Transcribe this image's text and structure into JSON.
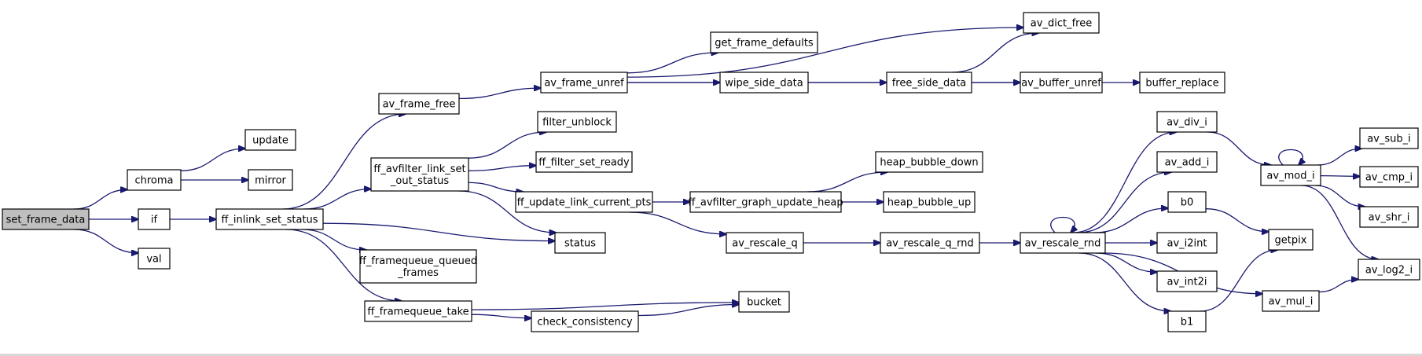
{
  "diagram": {
    "type": "call-graph",
    "root": "set_frame_data",
    "colors": {
      "edge": "#191970",
      "node_fill": "#ffffff",
      "root_fill": "#bfbfbf",
      "node_border": "#000000"
    },
    "nodes": [
      {
        "id": "set_frame_data",
        "lines": [
          "set_frame_data"
        ],
        "root": true
      },
      {
        "id": "chroma",
        "lines": [
          "chroma"
        ]
      },
      {
        "id": "if",
        "lines": [
          "if"
        ]
      },
      {
        "id": "val",
        "lines": [
          "val"
        ]
      },
      {
        "id": "update",
        "lines": [
          "update"
        ]
      },
      {
        "id": "mirror",
        "lines": [
          "mirror"
        ]
      },
      {
        "id": "ff_inlink_set_status",
        "lines": [
          "ff_inlink_set_status"
        ]
      },
      {
        "id": "av_frame_free",
        "lines": [
          "av_frame_free"
        ]
      },
      {
        "id": "ff_avfilter_link_set_out_status",
        "lines": [
          "ff_avfilter_link_set",
          "_out_status"
        ]
      },
      {
        "id": "ff_framequeue_queued_frames",
        "lines": [
          "ff_framequeue_queued",
          "_frames"
        ]
      },
      {
        "id": "ff_framequeue_take",
        "lines": [
          "ff_framequeue_take"
        ]
      },
      {
        "id": "av_frame_unref",
        "lines": [
          "av_frame_unref"
        ]
      },
      {
        "id": "filter_unblock",
        "lines": [
          "filter_unblock"
        ]
      },
      {
        "id": "ff_filter_set_ready",
        "lines": [
          "ff_filter_set_ready"
        ]
      },
      {
        "id": "ff_update_link_current_pts",
        "lines": [
          "ff_update_link_current_pts"
        ]
      },
      {
        "id": "status",
        "lines": [
          "status"
        ]
      },
      {
        "id": "check_consistency",
        "lines": [
          "check_consistency"
        ]
      },
      {
        "id": "bucket",
        "lines": [
          "bucket"
        ]
      },
      {
        "id": "get_frame_defaults",
        "lines": [
          "get_frame_defaults"
        ]
      },
      {
        "id": "wipe_side_data",
        "lines": [
          "wipe_side_data"
        ]
      },
      {
        "id": "ff_avfilter_graph_update_heap",
        "lines": [
          "ff_avfilter_graph_update_heap"
        ]
      },
      {
        "id": "av_rescale_q",
        "lines": [
          "av_rescale_q"
        ]
      },
      {
        "id": "free_side_data",
        "lines": [
          "free_side_data"
        ]
      },
      {
        "id": "heap_bubble_down",
        "lines": [
          "heap_bubble_down"
        ]
      },
      {
        "id": "heap_bubble_up",
        "lines": [
          "heap_bubble_up"
        ]
      },
      {
        "id": "av_rescale_q_rnd",
        "lines": [
          "av_rescale_q_rnd"
        ]
      },
      {
        "id": "av_dict_free",
        "lines": [
          "av_dict_free"
        ]
      },
      {
        "id": "av_buffer_unref",
        "lines": [
          "av_buffer_unref"
        ]
      },
      {
        "id": "av_rescale_rnd",
        "lines": [
          "av_rescale_rnd"
        ]
      },
      {
        "id": "buffer_replace",
        "lines": [
          "buffer_replace"
        ]
      },
      {
        "id": "av_div_i",
        "lines": [
          "av_div_i"
        ]
      },
      {
        "id": "av_add_i",
        "lines": [
          "av_add_i"
        ]
      },
      {
        "id": "b0",
        "lines": [
          "b0"
        ]
      },
      {
        "id": "av_i2int",
        "lines": [
          "av_i2int"
        ]
      },
      {
        "id": "av_int2i",
        "lines": [
          "av_int2i"
        ]
      },
      {
        "id": "b1",
        "lines": [
          "b1"
        ]
      },
      {
        "id": "av_mod_i",
        "lines": [
          "av_mod_i"
        ]
      },
      {
        "id": "getpix",
        "lines": [
          "getpix"
        ]
      },
      {
        "id": "av_mul_i",
        "lines": [
          "av_mul_i"
        ]
      },
      {
        "id": "av_sub_i",
        "lines": [
          "av_sub_i"
        ]
      },
      {
        "id": "av_cmp_i",
        "lines": [
          "av_cmp_i"
        ]
      },
      {
        "id": "av_shr_i",
        "lines": [
          "av_shr_i"
        ]
      },
      {
        "id": "av_log2_i",
        "lines": [
          "av_log2_i"
        ]
      }
    ],
    "edges": [
      [
        "set_frame_data",
        "chroma"
      ],
      [
        "set_frame_data",
        "if"
      ],
      [
        "set_frame_data",
        "val"
      ],
      [
        "chroma",
        "update"
      ],
      [
        "chroma",
        "mirror"
      ],
      [
        "if",
        "ff_inlink_set_status"
      ],
      [
        "ff_inlink_set_status",
        "av_frame_free"
      ],
      [
        "ff_inlink_set_status",
        "ff_avfilter_link_set_out_status"
      ],
      [
        "ff_inlink_set_status",
        "status"
      ],
      [
        "ff_inlink_set_status",
        "ff_framequeue_queued_frames"
      ],
      [
        "ff_inlink_set_status",
        "ff_framequeue_take"
      ],
      [
        "av_frame_free",
        "av_frame_unref"
      ],
      [
        "ff_avfilter_link_set_out_status",
        "filter_unblock"
      ],
      [
        "ff_avfilter_link_set_out_status",
        "ff_filter_set_ready"
      ],
      [
        "ff_avfilter_link_set_out_status",
        "ff_update_link_current_pts"
      ],
      [
        "ff_avfilter_link_set_out_status",
        "status"
      ],
      [
        "ff_framequeue_take",
        "bucket"
      ],
      [
        "ff_framequeue_take",
        "check_consistency"
      ],
      [
        "check_consistency",
        "bucket"
      ],
      [
        "av_frame_unref",
        "av_dict_free"
      ],
      [
        "av_frame_unref",
        "get_frame_defaults"
      ],
      [
        "av_frame_unref",
        "wipe_side_data"
      ],
      [
        "av_frame_unref",
        "av_buffer_unref"
      ],
      [
        "wipe_side_data",
        "free_side_data"
      ],
      [
        "free_side_data",
        "av_dict_free"
      ],
      [
        "free_side_data",
        "av_buffer_unref"
      ],
      [
        "av_buffer_unref",
        "buffer_replace"
      ],
      [
        "ff_update_link_current_pts",
        "ff_avfilter_graph_update_heap"
      ],
      [
        "ff_update_link_current_pts",
        "av_rescale_q"
      ],
      [
        "ff_avfilter_graph_update_heap",
        "heap_bubble_down"
      ],
      [
        "ff_avfilter_graph_update_heap",
        "heap_bubble_up"
      ],
      [
        "av_rescale_q",
        "av_rescale_q_rnd"
      ],
      [
        "av_rescale_q_rnd",
        "av_rescale_rnd"
      ],
      [
        "av_rescale_rnd",
        "av_rescale_rnd"
      ],
      [
        "av_rescale_rnd",
        "av_div_i"
      ],
      [
        "av_rescale_rnd",
        "av_add_i"
      ],
      [
        "av_rescale_rnd",
        "b0"
      ],
      [
        "av_rescale_rnd",
        "av_i2int"
      ],
      [
        "av_rescale_rnd",
        "av_int2i"
      ],
      [
        "av_rescale_rnd",
        "b1"
      ],
      [
        "av_rescale_rnd",
        "av_mul_i"
      ],
      [
        "av_div_i",
        "av_mod_i"
      ],
      [
        "av_mod_i",
        "av_mod_i"
      ],
      [
        "av_mod_i",
        "av_sub_i"
      ],
      [
        "av_mod_i",
        "av_cmp_i"
      ],
      [
        "av_mod_i",
        "av_shr_i"
      ],
      [
        "av_mod_i",
        "av_log2_i"
      ],
      [
        "b0",
        "getpix"
      ],
      [
        "b1",
        "getpix"
      ],
      [
        "av_mul_i",
        "av_log2_i"
      ]
    ]
  }
}
